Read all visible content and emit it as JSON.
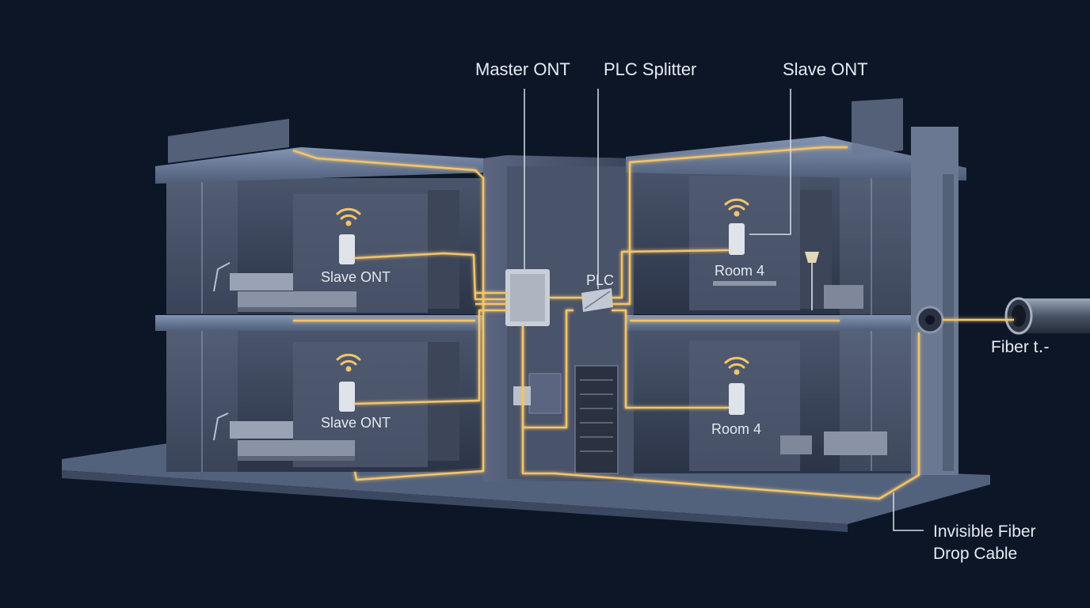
{
  "labels": {
    "master_ont": "Master ONT",
    "plc_splitter": "PLC Splitter",
    "slave_ont_top": "Slave ONT",
    "room_top_left": "Slave ONT",
    "room_bottom_left": "Slave ONT",
    "plc": "PLC",
    "room_top_right": "Room 4",
    "room_bottom_right": "Room 4",
    "fiber_entry": "Fiber t․-",
    "drop_cable_line1": "Invisible Fiber",
    "drop_cable_line2": "Drop Cable"
  },
  "icons": {
    "wifi": "wifi-icon",
    "router": "router-icon",
    "splitter": "splitter-icon",
    "server_rack": "server-rack-icon",
    "bed": "bed-icon",
    "lamp": "lamp-icon",
    "desk": "desk-icon",
    "conduit": "conduit-pipe-icon"
  },
  "colors": {
    "background": "#0d1627",
    "fiber_glow": "#f3c46a",
    "label_text": "#e6ebf3",
    "structure": "#5d6e8a"
  }
}
